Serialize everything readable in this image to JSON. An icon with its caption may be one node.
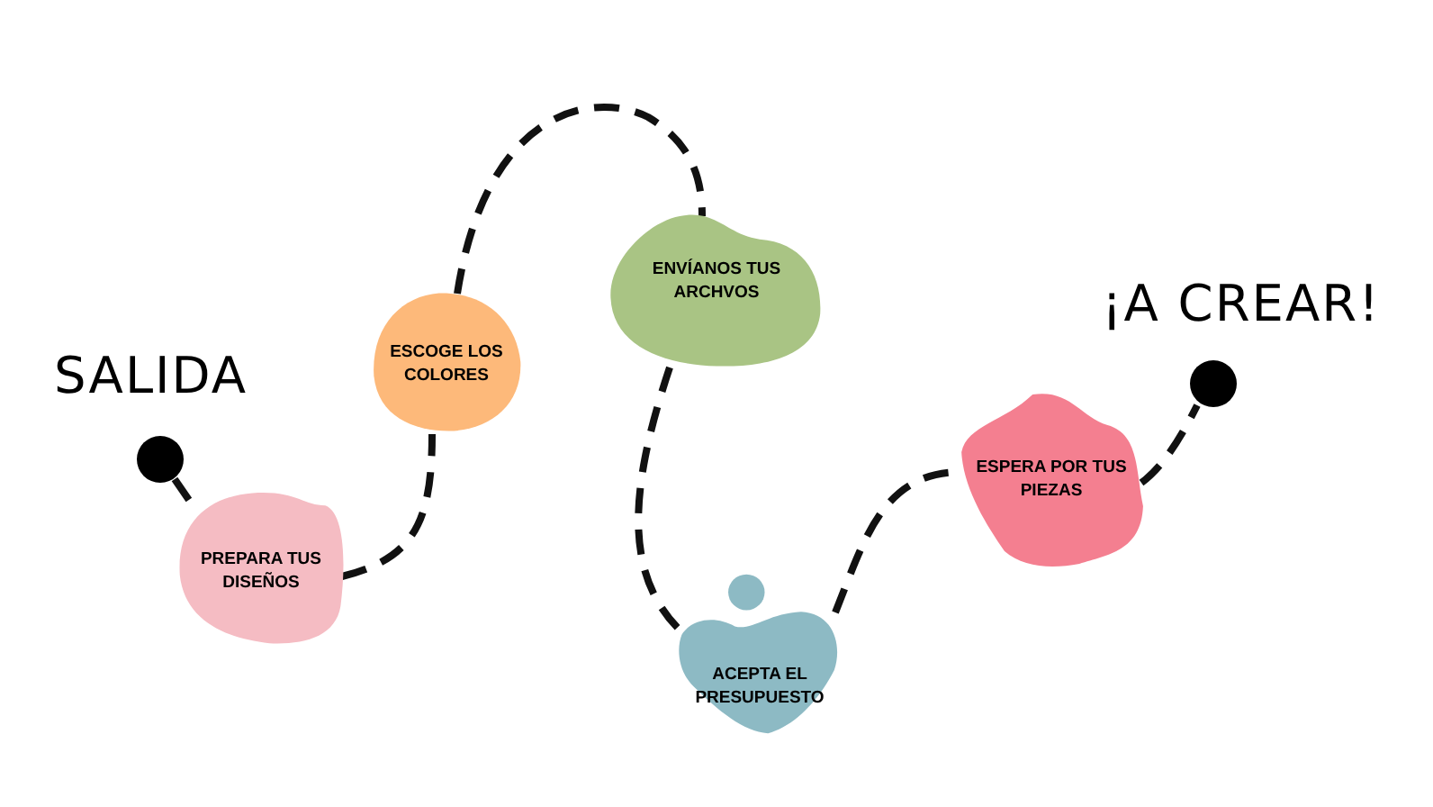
{
  "diagram": {
    "nodes": [
      {
        "text": [],
        "shape": "circle"
      },
      {
        "text": [
          "PREPARA TUS DISEÑOS"
        ]
      },
      {
        "text": [
          "ESCOGE LOS COLORES"
        ]
      },
      {
        "text": [
          "ENVÍANOS TUS ARCHVOS"
        ]
      },
      {
        "text": [
          "ACEPTA EL PRESUPUESTO"
        ]
      },
      {
        "text": [
          "ESPERA POR TUS PIEZAS"
        ]
      },
      {
        "text": [],
        "shape": "circle"
      }
    ],
    "edges": [
      {
        "from": 0,
        "to": 1,
        "arrow": "none"
      },
      {
        "from": 1,
        "to": 2,
        "arrow": "none"
      },
      {
        "from": 2,
        "to": 3,
        "arrow": "none"
      },
      {
        "from": 3,
        "to": 4,
        "arrow": "none"
      },
      {
        "from": 4,
        "to": 5,
        "arrow": "none"
      },
      {
        "from": 5,
        "to": 6,
        "arrow": "none"
      }
    ],
    "labels": [
      "SALIDA",
      "¡A CREAR!"
    ]
  }
}
